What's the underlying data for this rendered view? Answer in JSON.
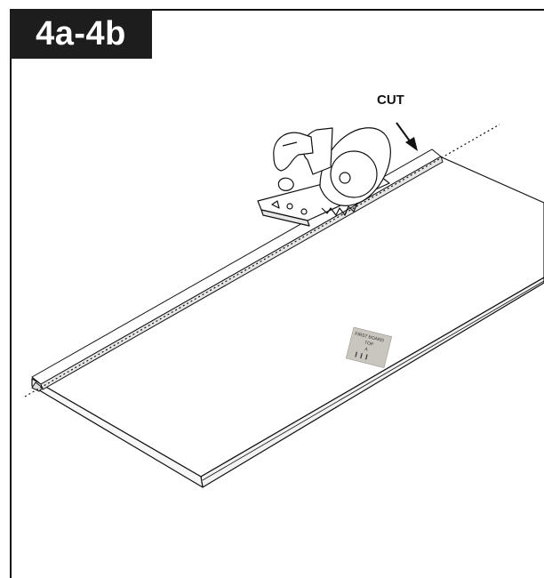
{
  "step": {
    "label": "4a-4b"
  },
  "callouts": {
    "cut": "CUT"
  },
  "label_sticker": {
    "lines": [
      "FIRST BOARD",
      "TOP",
      "A"
    ]
  },
  "colors": {
    "badge": "#1d1d1d",
    "line": "#111111",
    "sticker": "#c9c6c0"
  }
}
